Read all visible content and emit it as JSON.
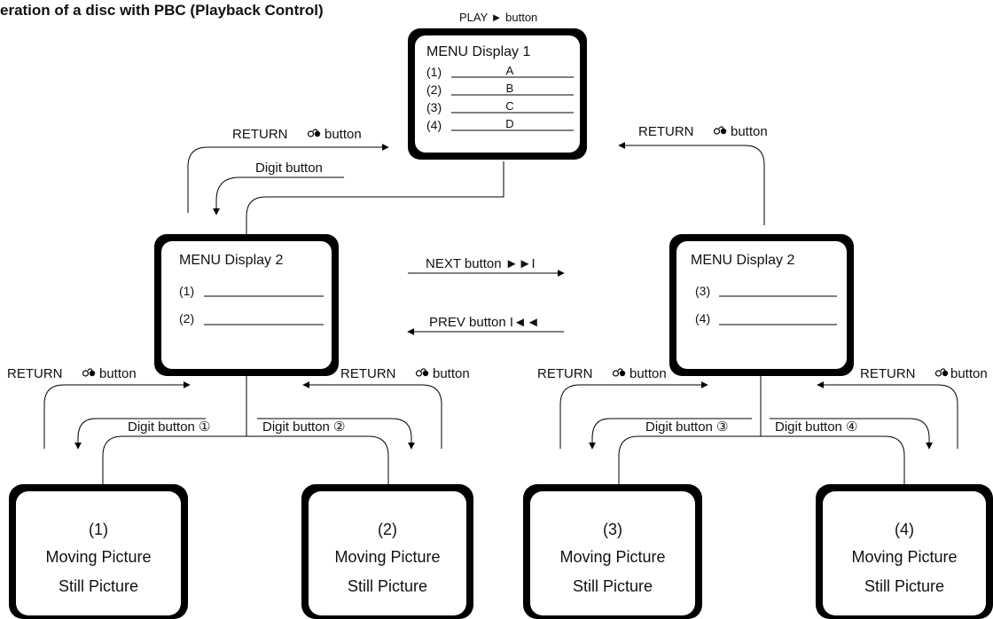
{
  "title": "eration of a disc with PBC (Playback Control)",
  "screens": {
    "menu1": {
      "title": "MENU Display 1",
      "items": [
        {
          "num": "(1)",
          "text": "A"
        },
        {
          "num": "(2)",
          "text": "B"
        },
        {
          "num": "(3)",
          "text": "C"
        },
        {
          "num": "(4)",
          "text": "D"
        }
      ]
    },
    "menu2_left": {
      "title": "MENU Display 2",
      "items": [
        {
          "num": "(1)"
        },
        {
          "num": "(2)"
        }
      ]
    },
    "menu2_right": {
      "title": "MENU Display 2",
      "items": [
        {
          "num": "(3)"
        },
        {
          "num": "(4)"
        }
      ]
    },
    "pictures": [
      {
        "num": "(1)",
        "line1": "Moving Picture",
        "line2": "Still Picture"
      },
      {
        "num": "(2)",
        "line1": "Moving Picture",
        "line2": "Still Picture"
      },
      {
        "num": "(3)",
        "line1": "Moving Picture",
        "line2": "Still Picture"
      },
      {
        "num": "(4)",
        "line1": "Moving Picture",
        "line2": "Still Picture"
      }
    ]
  },
  "labels": {
    "play": "PLAY ► button",
    "return": "RETURN",
    "button_word": "button",
    "digit": "Digit button",
    "digit1": "Digit button ①",
    "digit2": "Digit button ②",
    "digit3": "Digit button ③",
    "digit4": "Digit button ④",
    "next": "NEXT button ►►I",
    "prev": "PREV button I◄◄"
  },
  "icons": {
    "return": "return-arrow-icon"
  }
}
